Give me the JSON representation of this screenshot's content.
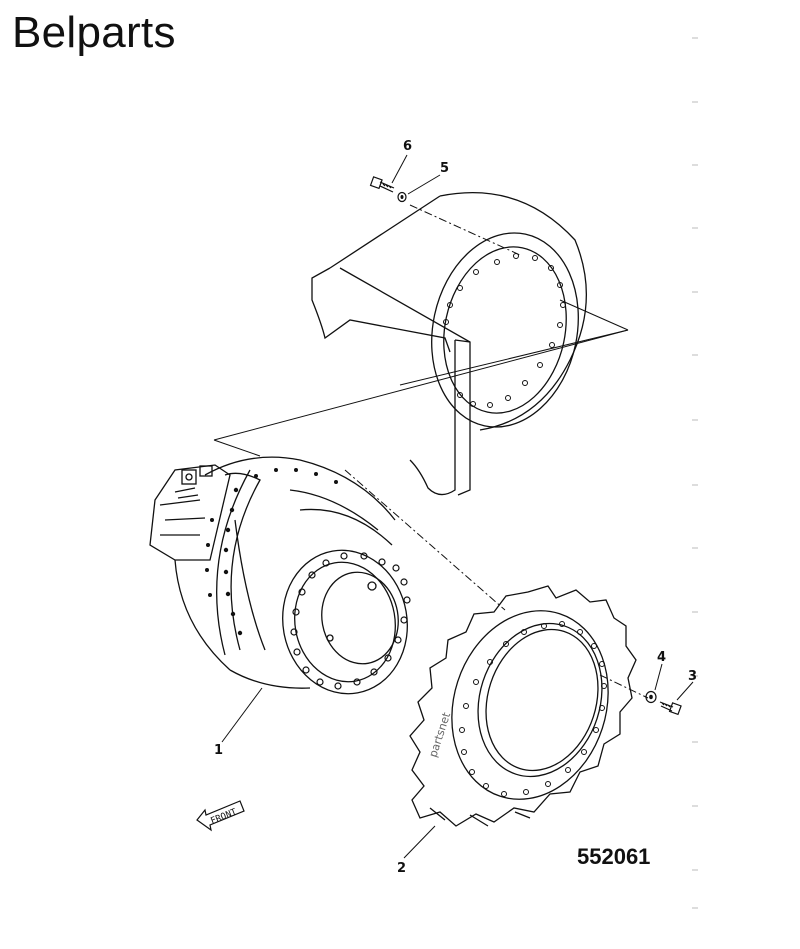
{
  "brand": {
    "title": "Belparts"
  },
  "diagram": {
    "callouts": {
      "c1": "1",
      "c2": "2",
      "c3": "3",
      "c4": "4",
      "c5": "5",
      "c6": "6"
    },
    "figure_code": "552061",
    "front_label": "FRONT",
    "watermark": "partsnet"
  }
}
